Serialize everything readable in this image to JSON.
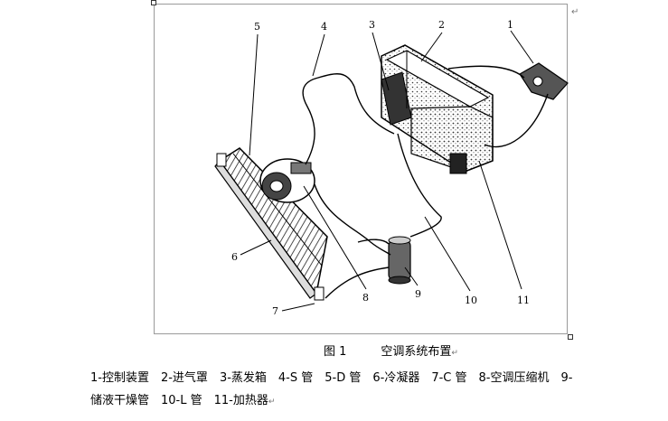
{
  "figure": {
    "number_label": "图 1",
    "title": "空调系统布置",
    "callouts": [
      "1",
      "2",
      "3",
      "4",
      "5",
      "6",
      "7",
      "8",
      "9",
      "10",
      "11"
    ]
  },
  "legend": {
    "line1": [
      "1-控制装置",
      "2-进气罩",
      "3-蒸发箱",
      "4-S 管",
      "5-D 管",
      "6-冷凝器",
      "7-C 管",
      "8-空调压缩机",
      "9-"
    ],
    "line2": [
      "储液干燥管",
      "10-L 管",
      "11-加热器"
    ]
  },
  "marks": {
    "paragraph": "↵"
  }
}
